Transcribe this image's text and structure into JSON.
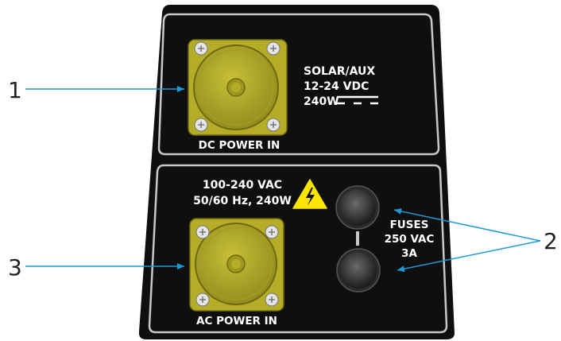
{
  "callouts": [
    {
      "number": "1"
    },
    {
      "number": "2"
    },
    {
      "number": "3"
    }
  ],
  "dc_section": {
    "connector_label": "DC POWER IN",
    "spec_line1": "SOLAR/AUX",
    "spec_line2": "12-24 VDC",
    "spec_line3": "240W"
  },
  "ac_section": {
    "spec_line1": "100-240 VAC",
    "spec_line2": "50/60 Hz, 240W",
    "connector_label": "AC POWER IN",
    "warning_icon": "high-voltage-warning-icon"
  },
  "fuses": {
    "line1": "FUSES",
    "line2": "250 VAC",
    "line3": "3A"
  },
  "colors": {
    "panel": "#0f0f0f",
    "panel_border": "#c8c8c8",
    "connector": "#b5ad28",
    "connector_dark": "#8a8418",
    "callout_line": "#1e9ad6",
    "warning": "#ffe600"
  }
}
